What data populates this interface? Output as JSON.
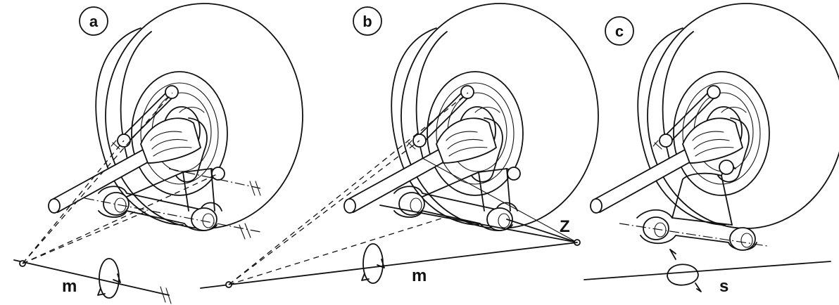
{
  "panels": [
    {
      "badge": "a",
      "axis_label": "m"
    },
    {
      "badge": "b",
      "axis_label": "m",
      "point_label": "Z"
    },
    {
      "badge": "c",
      "axis_label": "s"
    }
  ],
  "colors": {
    "ink": "#111111",
    "paper": "#ffffff"
  }
}
